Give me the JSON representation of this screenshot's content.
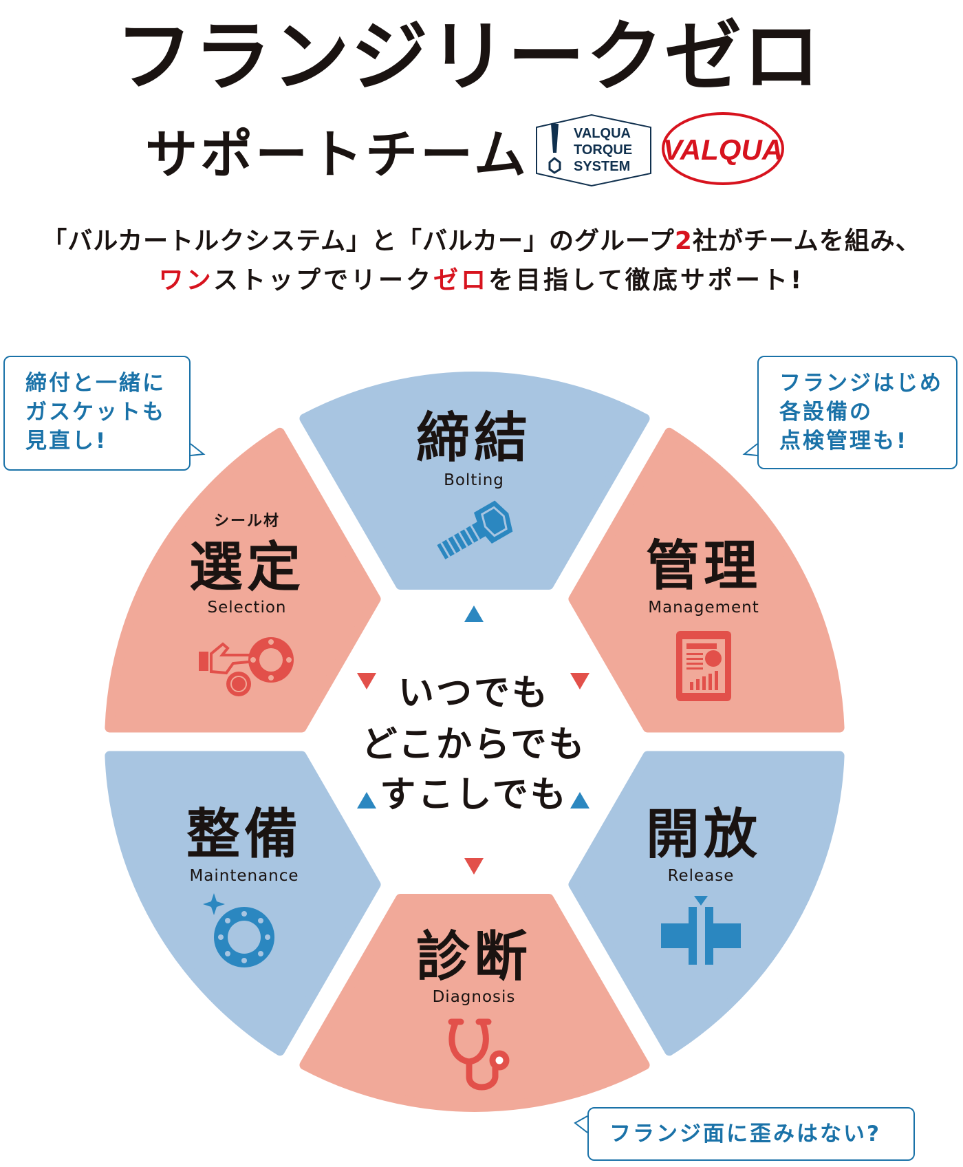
{
  "header": {
    "title": "フランジリークゼロ",
    "subtitle": "サポートチーム",
    "logo_torque": [
      "VALQUA",
      "TORQUE",
      "SYSTEM"
    ],
    "logo_valqua": "VALQUA"
  },
  "tagline": {
    "line1_a": "「バルカートルクシステム」と「バルカー」のグループ",
    "line1_num": "2",
    "line1_b": "社がチームを組み、",
    "line2_red1": "ワン",
    "line2_a": "ストップでリーク",
    "line2_red2": "ゼロ",
    "line2_b": "を目指して徹底サポート!"
  },
  "colors": {
    "blue_segment": "#a8c5e1",
    "red_segment": "#f1a999",
    "icon_red": "#e2504a",
    "icon_blue": "#2b87c0",
    "callout": "#1a72a8",
    "accent_red": "#d7131e"
  },
  "segments": [
    {
      "key": "bolting",
      "label": "締結",
      "en": "Bolting",
      "icon": "bolt-icon",
      "color": "blue"
    },
    {
      "key": "management",
      "label": "管理",
      "en": "Management",
      "icon": "tablet-report-icon",
      "color": "red"
    },
    {
      "key": "release",
      "label": "開放",
      "en": "Release",
      "icon": "flange-open-icon",
      "color": "blue"
    },
    {
      "key": "diagnosis",
      "label": "診断",
      "en": "Diagnosis",
      "icon": "stethoscope-icon",
      "color": "red"
    },
    {
      "key": "maintenance",
      "label": "整備",
      "en": "Maintenance",
      "icon": "gasket-ring-icon",
      "color": "blue"
    },
    {
      "key": "selection",
      "label": "選定",
      "en": "Selection",
      "prefix": "シール材",
      "icon": "pointing-hand-gasket-icon",
      "color": "red"
    }
  ],
  "center": {
    "lines": [
      "いつでも",
      "どこからでも",
      "すこしでも"
    ]
  },
  "callouts": {
    "left": [
      "締付と一緒に",
      "ガスケットも",
      "見直し!"
    ],
    "right": [
      "フランジはじめ",
      "各設備の",
      "点検管理も!"
    ],
    "bottom": "フランジ面に歪みはない?"
  }
}
